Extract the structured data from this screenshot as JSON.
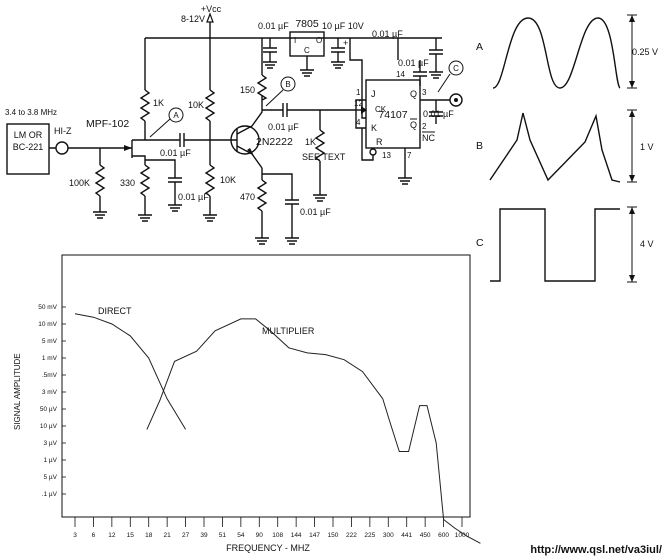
{
  "schematic": {
    "vcc_label": "+Vcc",
    "vcc_range": "8-12V",
    "freq_range": "3.4 to 3.8 MHz",
    "source_line1": "LM OR",
    "source_line2": "BC-221",
    "hiz": "HI-Z",
    "fet": "MPF-102",
    "r1k": "1K",
    "r10k_a": "10K",
    "r100k": "100K",
    "r330": "330",
    "r10k_b": "10K",
    "c001_a": "0.01 µF",
    "c001_b": "0.01 µF",
    "transistor": "2N2222",
    "r150": "150",
    "r470": "470",
    "c001_c": "0.01 µF",
    "c001_d": "0.01 µF",
    "r1k_b": "1K",
    "see_text": "SEE TEXT",
    "c001_top": "0.01 µF",
    "regulator": "7805",
    "cap10": "10 µF 10V",
    "reg_i": "I",
    "reg_o": "O",
    "reg_c": "C",
    "plus": "+",
    "c001_e": "0.01 µF",
    "c001_f": "0.01 µF",
    "ic": "74107",
    "pin_j": "J",
    "pin_ck": "CK",
    "pin_k": "K",
    "pin_r": "R",
    "pin_q": "Q",
    "pin_nq": "Q",
    "pin_nc": "NC",
    "pin14": "14",
    "pin12": "12",
    "pin1": "1",
    "pin4": "4",
    "pin13": "13",
    "pin3": "3",
    "pin2": "2",
    "pin7": "7",
    "tp_a": "A",
    "tp_b": "B",
    "tp_c": "C"
  },
  "waveforms": {
    "a_label": "A",
    "a_amp": "0.25 V",
    "b_label": "B",
    "b_amp": "1 V",
    "c_label": "C",
    "c_amp": "4 V"
  },
  "chart_data": {
    "type": "line",
    "xlabel": "FREQUENCY - MHZ",
    "ylabel": "SIGNAL AMPLITUDE",
    "x_ticks": [
      "3",
      "6",
      "12",
      "15",
      "18",
      "21",
      "27",
      "39",
      "51",
      "54",
      "90",
      "108",
      "144",
      "147",
      "150",
      "222",
      "225",
      "300",
      "441",
      "450",
      "600",
      "1000"
    ],
    "y_ticks": [
      "50 mV",
      "10 mV",
      "5 mV",
      "1 mV",
      ".5mV",
      "3 mV",
      "50 µV",
      "10 µV",
      "3 µV",
      "1 µV",
      "5 µV",
      ".1 µV"
    ],
    "series": [
      {
        "name": "DIRECT",
        "values": [
          [
            0,
            9.6
          ],
          [
            1,
            9.4
          ],
          [
            2,
            9.0
          ],
          [
            3,
            8.3
          ],
          [
            4,
            7.0
          ],
          [
            5,
            4.6
          ],
          [
            6,
            2.8
          ]
        ]
      },
      {
        "name": "MULTIPLIER",
        "values": [
          [
            3.9,
            2.8
          ],
          [
            4.6,
            4.5
          ],
          [
            5.4,
            6.8
          ],
          [
            6.6,
            7.4
          ],
          [
            7.6,
            8.6
          ],
          [
            9.0,
            9.3
          ],
          [
            9.8,
            9.3
          ],
          [
            10.6,
            8.6
          ],
          [
            11.6,
            7.6
          ],
          [
            12.6,
            7.3
          ],
          [
            13.6,
            7.2
          ],
          [
            14.6,
            6.9
          ],
          [
            15.6,
            6.2
          ],
          [
            16.7,
            4.6
          ],
          [
            17.1,
            3.2
          ],
          [
            17.6,
            1.5
          ],
          [
            18.1,
            1.5
          ],
          [
            18.7,
            4.2
          ],
          [
            19.1,
            4.2
          ],
          [
            19.6,
            2.0
          ],
          [
            20.0,
            -2.5
          ],
          [
            20.6,
            -3.0
          ],
          [
            21.3,
            -3.5
          ],
          [
            22.0,
            -3.9
          ]
        ]
      }
    ],
    "grid": false,
    "legend": "inline"
  },
  "footer": {
    "url": "http://www.qsl.net/va3iul/"
  }
}
